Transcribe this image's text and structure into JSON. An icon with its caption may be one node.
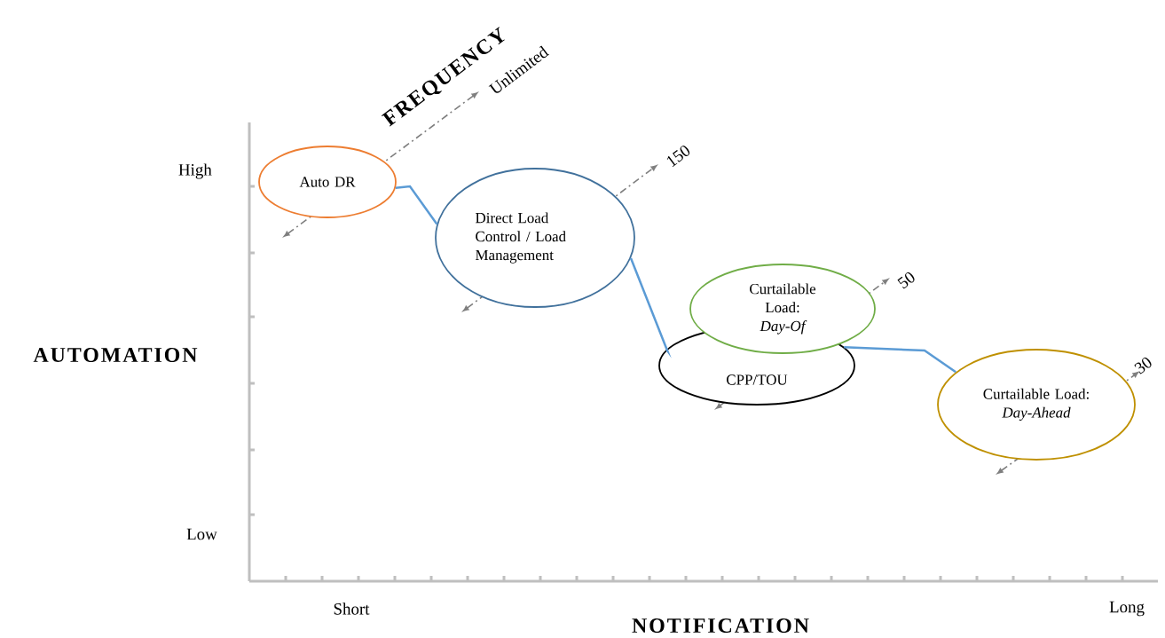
{
  "diagram": {
    "nodes": [
      {
        "text": [
          "Auto DR"
        ]
      },
      {
        "text": [
          "Direct Load Control / Load Management"
        ]
      },
      {
        "text": [
          "Curtailable Load:",
          "Day-Of"
        ]
      },
      {
        "text": [
          "CPP/TOU"
        ]
      },
      {
        "text": [
          "Curtailable Load:",
          "Day-Ahead"
        ]
      }
    ],
    "edges": [
      {
        "from": 0,
        "to": 1,
        "arrow": "none"
      },
      {
        "from": 1,
        "to": 3,
        "arrow": "none"
      },
      {
        "from": 3,
        "to": 4,
        "arrow": "none"
      }
    ],
    "labels": [
      "FREQUENCY",
      "Unlimited",
      "High",
      "150",
      "50",
      "AUTOMATION",
      "30",
      "Low",
      "Short",
      "Long",
      "NOTIFICATION"
    ]
  }
}
